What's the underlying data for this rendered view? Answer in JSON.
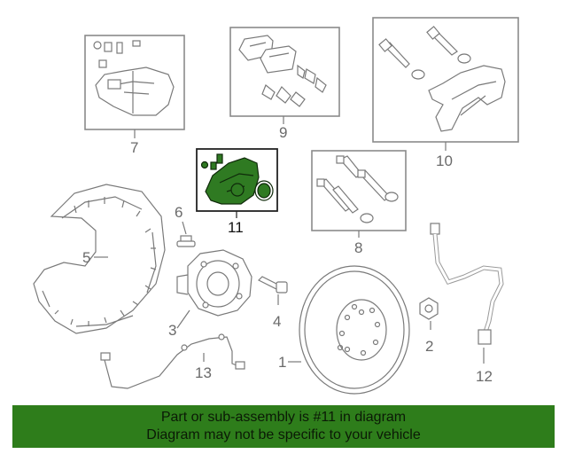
{
  "callouts": {
    "c1": "1",
    "c2": "2",
    "c3": "3",
    "c4": "4",
    "c5": "5",
    "c6": "6",
    "c7": "7",
    "c8": "8",
    "c9": "9",
    "c10": "10",
    "c11": "11",
    "c12": "12",
    "c13": "13"
  },
  "highlight_part": "11",
  "colors": {
    "highlight": "#2f7a22",
    "banner": "#2e7d1b",
    "linework": "#7a7a7a"
  },
  "banner": {
    "line1": "Part or sub-assembly is #11 in diagram",
    "line2": "Diagram may not be specific to your vehicle"
  }
}
